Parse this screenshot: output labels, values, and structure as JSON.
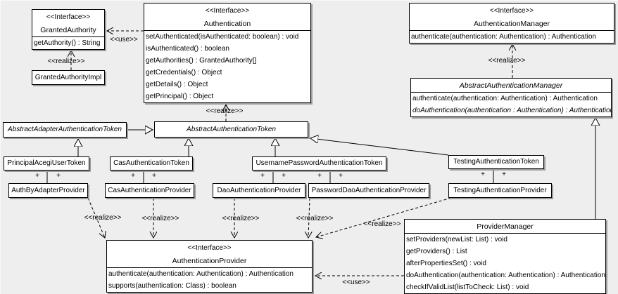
{
  "diagram": {
    "stereotype_interface": "<<Interface>>",
    "label_use": "<<use>>",
    "label_realize": "<<realize>>",
    "plus": "+",
    "colors": {
      "background": "#eeeeee",
      "box_fill": "#ffffff",
      "line": "#000000",
      "shadow": "#9c9c9c"
    }
  },
  "classes": {
    "granted_authority": {
      "stereotype": "<<Interface>>",
      "name": "GrantedAuthority",
      "methods": [
        "getAuthority() : String"
      ]
    },
    "granted_authority_impl": {
      "name": "GrantedAuthorityImpl"
    },
    "authentication": {
      "stereotype": "<<Interface>>",
      "name": "Authentication",
      "methods": [
        "setAuthenticated(isAuthenticated: boolean) : void",
        "isAuthenticated() : boolean",
        "getAuthorities() : GrantedAuthority[]",
        "getCredentials() : Object",
        "getDetails() : Object",
        "getPrincipal() : Object"
      ]
    },
    "authentication_manager": {
      "stereotype": "<<Interface>>",
      "name": "AuthenticationManager",
      "methods": [
        "authenticate(authentication: Authentication) : Authentication"
      ]
    },
    "abstract_authentication_manager": {
      "name": "AbstractAuthenticationManager",
      "methods": [
        "authenticate(authentication: Authentication) : Authentication",
        "doAuthentication(authentication : Authentication) : Authentication"
      ]
    },
    "abstract_adapter_authentication_token": {
      "name": "AbstractAdapterAuthenticationToken"
    },
    "abstract_authentication_token": {
      "name": "AbstractAuthenticationToken"
    },
    "principal_acegi_user_token": {
      "name": "PrincipalAcegiUserToken"
    },
    "cas_authentication_token": {
      "name": "CasAuthenticationToken"
    },
    "username_password_authentication_token": {
      "name": "UsernamePasswordAuthenticationToken"
    },
    "testing_authentication_token": {
      "name": "TestingAuthenticationToken"
    },
    "auth_by_adapter_provider": {
      "name": "AuthByAdapterProvider"
    },
    "cas_authentication_provider": {
      "name": "CasAuthenticationProvider"
    },
    "dao_authentication_provider": {
      "name": "DaoAuthenticationProvider"
    },
    "password_dao_authentication_provider": {
      "name": "PasswordDaoAuthenticationProvider"
    },
    "testing_authentication_provider": {
      "name": "TestingAuthenticationProvider"
    },
    "authentication_provider": {
      "stereotype": "<<Interface>>",
      "name": "AuthenticationProvider",
      "methods": [
        "authenticate(authentication: Authentication) : Authentication",
        "supports(authentication: Class) : boolean"
      ]
    },
    "provider_manager": {
      "name": "ProviderManager",
      "methods": [
        "setProviders(newList: List) : void",
        "getProviders() : List",
        "afterPropertiesSet() : void",
        "doAuthentication(authentication: Authentication) : Authentication",
        "checkIfValidList(listToCheck: List) : void"
      ]
    }
  }
}
